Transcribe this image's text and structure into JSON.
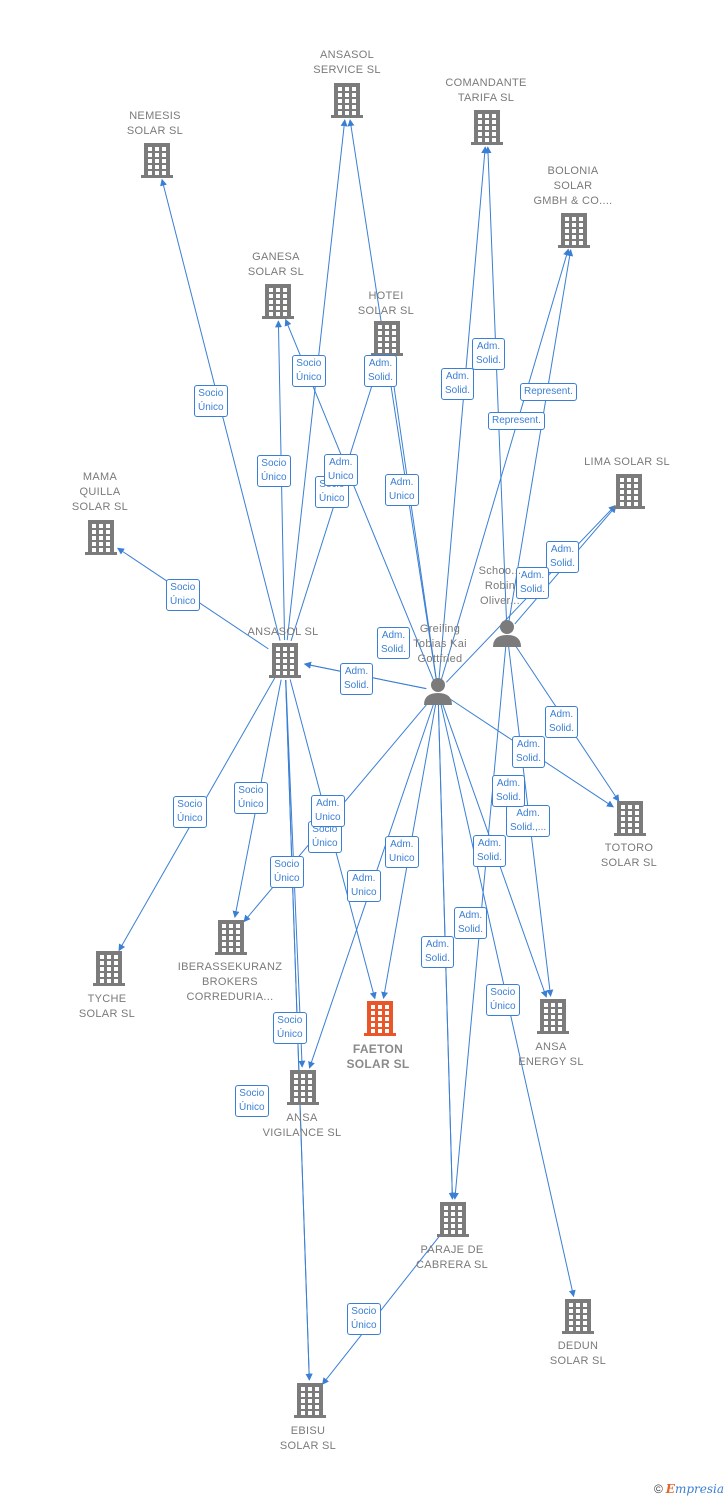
{
  "colors": {
    "edge": "#3a7fd4",
    "node": "#7b7b7b",
    "focus": "#e8562a",
    "label": "#7a7a7a"
  },
  "nodes": [
    {
      "id": "ansasol_service",
      "kind": "company",
      "label": "ANSASOL\nSERVICE  SL"
    },
    {
      "id": "comandante",
      "kind": "company",
      "label": "COMANDANTE\nTARIFA  SL"
    },
    {
      "id": "nemesis",
      "kind": "company",
      "label": "NEMESIS\nSOLAR  SL"
    },
    {
      "id": "bolonia",
      "kind": "company",
      "label": "BOLONIA\nSOLAR\nGMBH & CO...."
    },
    {
      "id": "ganesa",
      "kind": "company",
      "label": "GANESA\nSOLAR  SL"
    },
    {
      "id": "hotei",
      "kind": "company",
      "label": "HOTEI\nSOLAR  SL"
    },
    {
      "id": "lima",
      "kind": "company",
      "label": "LIMA SOLAR SL"
    },
    {
      "id": "mama",
      "kind": "company",
      "label": "MAMA\nQUILLA\nSOLAR  SL"
    },
    {
      "id": "schoo",
      "kind": "person",
      "label": "Schoo...\nRobin\nOliver..."
    },
    {
      "id": "ansasol",
      "kind": "company",
      "label": "ANSASOL SL"
    },
    {
      "id": "greiling",
      "kind": "person",
      "label": "Greiling\nTobias Kai\nGottfried"
    },
    {
      "id": "totoro",
      "kind": "company",
      "label": "TOTORO\nSOLAR SL"
    },
    {
      "id": "tyche",
      "kind": "company",
      "label": "TYCHE\nSOLAR  SL"
    },
    {
      "id": "iberas",
      "kind": "company",
      "label": "IBERASSEKURANZ\nBROKERS\nCORREDURIA..."
    },
    {
      "id": "faeton",
      "kind": "focus",
      "label": "FAETON\nSOLAR  SL"
    },
    {
      "id": "ansa_energy",
      "kind": "company",
      "label": "ANSA\nENERGY SL"
    },
    {
      "id": "ansa_vig",
      "kind": "company",
      "label": "ANSA\nVIGILANCE  SL"
    },
    {
      "id": "paraje",
      "kind": "company",
      "label": "PARAJE DE\nCABRERA SL"
    },
    {
      "id": "dedun",
      "kind": "company",
      "label": "DEDUN\nSOLAR  SL"
    },
    {
      "id": "ebisu",
      "kind": "company",
      "label": "EBISU\nSOLAR  SL"
    }
  ],
  "edges": [
    {
      "label": "Socio\nÚnico"
    },
    {
      "label": "Socio\nÚnico"
    },
    {
      "label": "Socio\nÚnico"
    },
    {
      "label": "Socio\nÚnico"
    },
    {
      "label": "Socio\nÚnico"
    },
    {
      "label": "Adm.\nSolid."
    },
    {
      "label": "Adm.\nUnico"
    },
    {
      "label": "Adm.\nUnico"
    },
    {
      "label": "Adm.\nSolid."
    },
    {
      "label": "Adm.\nSolid."
    },
    {
      "label": "Represent."
    },
    {
      "label": "Represent."
    },
    {
      "label": "Adm.\nSolid."
    },
    {
      "label": "Adm.\nSolid."
    },
    {
      "label": "Socio\nÚnico"
    },
    {
      "label": "Adm.\nSolid."
    },
    {
      "label": "Adm.\nSolid."
    },
    {
      "label": "Adm.\nSolid."
    },
    {
      "label": "Adm.\nSolid."
    },
    {
      "label": "Socio\nÚnico"
    },
    {
      "label": "Socio\nÚnico"
    },
    {
      "label": "Adm.\nUnico"
    },
    {
      "label": "Socio\nÚnico"
    },
    {
      "label": "Socio\nÚnico"
    },
    {
      "label": "Adm.\nUnico"
    },
    {
      "label": "Adm.\nUnico"
    },
    {
      "label": "Adm.\nSolid."
    },
    {
      "label": "Adm.\nSolid.,..."
    },
    {
      "label": "Adm.\nSolid."
    },
    {
      "label": "Adm.\nSolid."
    },
    {
      "label": "Socio\nÚnico"
    },
    {
      "label": "Socio\nÚnico"
    },
    {
      "label": "Socio\nÚnico"
    },
    {
      "label": "Adm.\nSolid."
    }
  ],
  "footer": {
    "copyright": "©",
    "brand_e": "E",
    "brand_rest": "mpresia"
  }
}
